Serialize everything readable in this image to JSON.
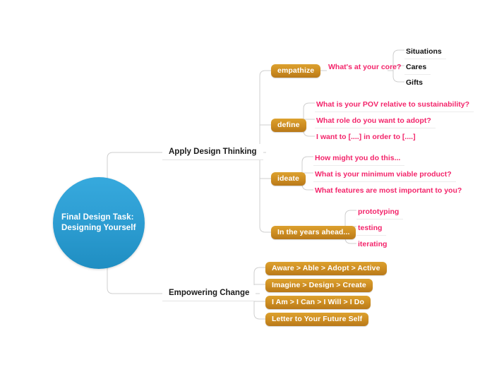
{
  "root": {
    "label": "Final Design Task:\nDesigning Yourself",
    "color": "#2f9fd4"
  },
  "branches": [
    {
      "label": "Apply Design Thinking",
      "children": [
        {
          "label": "empathize",
          "type": "pill",
          "children": [
            {
              "label": "What's at your core?",
              "type": "pink",
              "children": [
                {
                  "label": "Situations",
                  "type": "plain"
                },
                {
                  "label": "Cares",
                  "type": "plain"
                },
                {
                  "label": "Gifts",
                  "type": "plain"
                }
              ]
            }
          ]
        },
        {
          "label": "define",
          "type": "pill",
          "children": [
            {
              "label": "What is your POV relative to sustainability?",
              "type": "pink"
            },
            {
              "label": "What role do you want to adopt?",
              "type": "pink"
            },
            {
              "label": "I want to [....] in order to [....]",
              "type": "pink"
            }
          ]
        },
        {
          "label": "ideate",
          "type": "pill",
          "children": [
            {
              "label": "How might you do this...",
              "type": "pink"
            },
            {
              "label": "What is your minimum viable product?",
              "type": "pink"
            },
            {
              "label": "What features are most important to you?",
              "type": "pink"
            }
          ]
        },
        {
          "label": "In the years ahead...",
          "type": "pill",
          "children": [
            {
              "label": "prototyping",
              "type": "pink"
            },
            {
              "label": "testing",
              "type": "pink"
            },
            {
              "label": "iterating",
              "type": "pink"
            }
          ]
        }
      ]
    },
    {
      "label": "Empowering Change",
      "children": [
        {
          "label": "Aware > Able > Adopt > Active",
          "type": "pill"
        },
        {
          "label": "Imagine > Design > Create",
          "type": "pill"
        },
        {
          "label": "I Am > I Can > I Will > I Do",
          "type": "pill"
        },
        {
          "label": "Letter to Your Future Self",
          "type": "pill"
        }
      ]
    }
  ],
  "colors": {
    "accent_blue": "#2f9fd4",
    "accent_orange": "#cf8f22",
    "accent_pink": "#f3256b",
    "connector_gray": "#cfcfcf",
    "background": "#ffffff"
  }
}
